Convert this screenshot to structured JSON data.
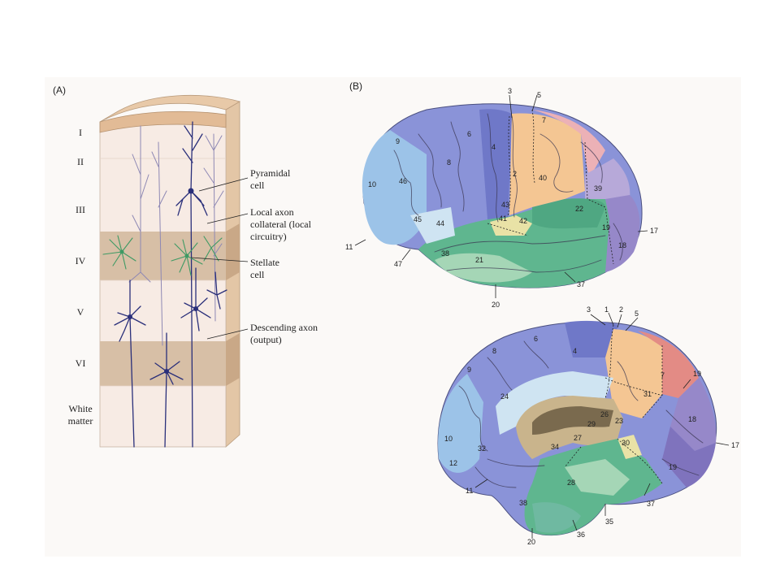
{
  "panel_a": {
    "label": "(A)",
    "layers": [
      "I",
      "II",
      "III",
      "IV",
      "V",
      "VI"
    ],
    "white_matter": [
      "White",
      "matter"
    ],
    "callouts": {
      "pyramidal": [
        "Pyramidal",
        "cell"
      ],
      "local_axon": [
        "Local axon",
        "collateral (local",
        "circuitry)"
      ],
      "stellate": [
        "Stellate",
        "cell"
      ],
      "descending": [
        "Descending axon",
        "(output)"
      ]
    }
  },
  "panel_b": {
    "label": "(B)",
    "lateral_areas": {
      "a3": "3",
      "a5": "5",
      "a7": "7",
      "a9": "9",
      "a6": "6",
      "a4": "4",
      "a8": "8",
      "a2": "2",
      "a40": "40",
      "a46": "46",
      "a10": "10",
      "a39": "39",
      "a43": "43",
      "a45": "45",
      "a44": "44",
      "a41": "41",
      "a42": "42",
      "a22": "22",
      "a11": "11",
      "a47": "47",
      "a38": "38",
      "a21": "21",
      "a19": "19",
      "a18": "18",
      "a17": "17",
      "a37": "37",
      "a20": "20"
    },
    "medial_areas": {
      "a3": "3",
      "a1": "1",
      "a2": "2",
      "a5": "5",
      "a8": "8",
      "a6": "6",
      "a4": "4",
      "a7": "7",
      "a19t": "19",
      "a9": "9",
      "a24": "24",
      "a31": "31",
      "a18": "18",
      "a26": "26",
      "a29": "29",
      "a23": "23",
      "a10": "10",
      "a32": "32",
      "a34": "34",
      "a27": "27",
      "a30": "30",
      "a17": "17",
      "a19b": "19",
      "a12": "12",
      "a28": "28",
      "a11": "11",
      "a38": "38",
      "a37": "37",
      "a35": "35",
      "a20": "20",
      "a36": "36"
    }
  },
  "colors": {
    "frontal_blue": "#8a93d8",
    "prefrontal_blue": "#9cc3e8",
    "motor_blue": "#6f78c8",
    "parietal_orange": "#f4c693",
    "parietal_pink": "#ecb1b6",
    "temporal_green": "#5fb68f",
    "occipital_purple": "#9688c9",
    "limbic_tan": "#c9b48c"
  }
}
